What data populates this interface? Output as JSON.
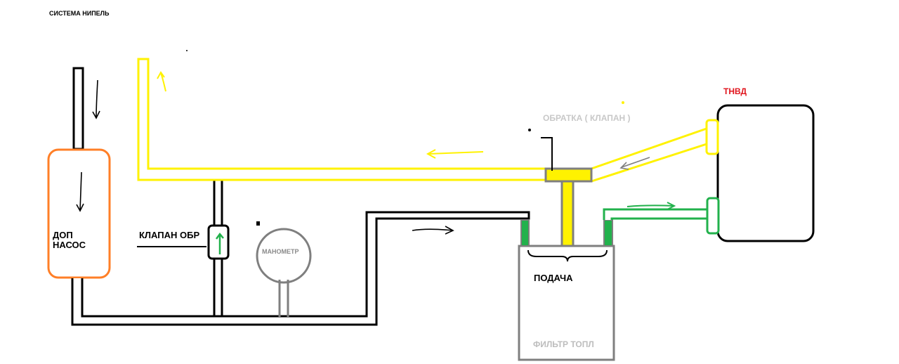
{
  "labels": {
    "title": "СИСТЕМА НИПЕЛЬ",
    "pump_line1": "ДОП",
    "pump_line2": "НАСОС",
    "check_valve": "КЛАПАН ОБР",
    "gauge": "МАНОМЕТР",
    "return_valve": "ОБРАТКА ( КЛАПАН )",
    "hp_pump": "ТНВД",
    "feed": "ПОДАЧА",
    "filter": "ФИЛЬТР ТОПЛ"
  },
  "colors": {
    "pipe_black": "#000000",
    "fuel_return": "#fff200",
    "pump_outline": "#ff7f27",
    "feed_line": "#22b14c",
    "gray": "#7f7f7f",
    "label_red": "#e0141c"
  }
}
